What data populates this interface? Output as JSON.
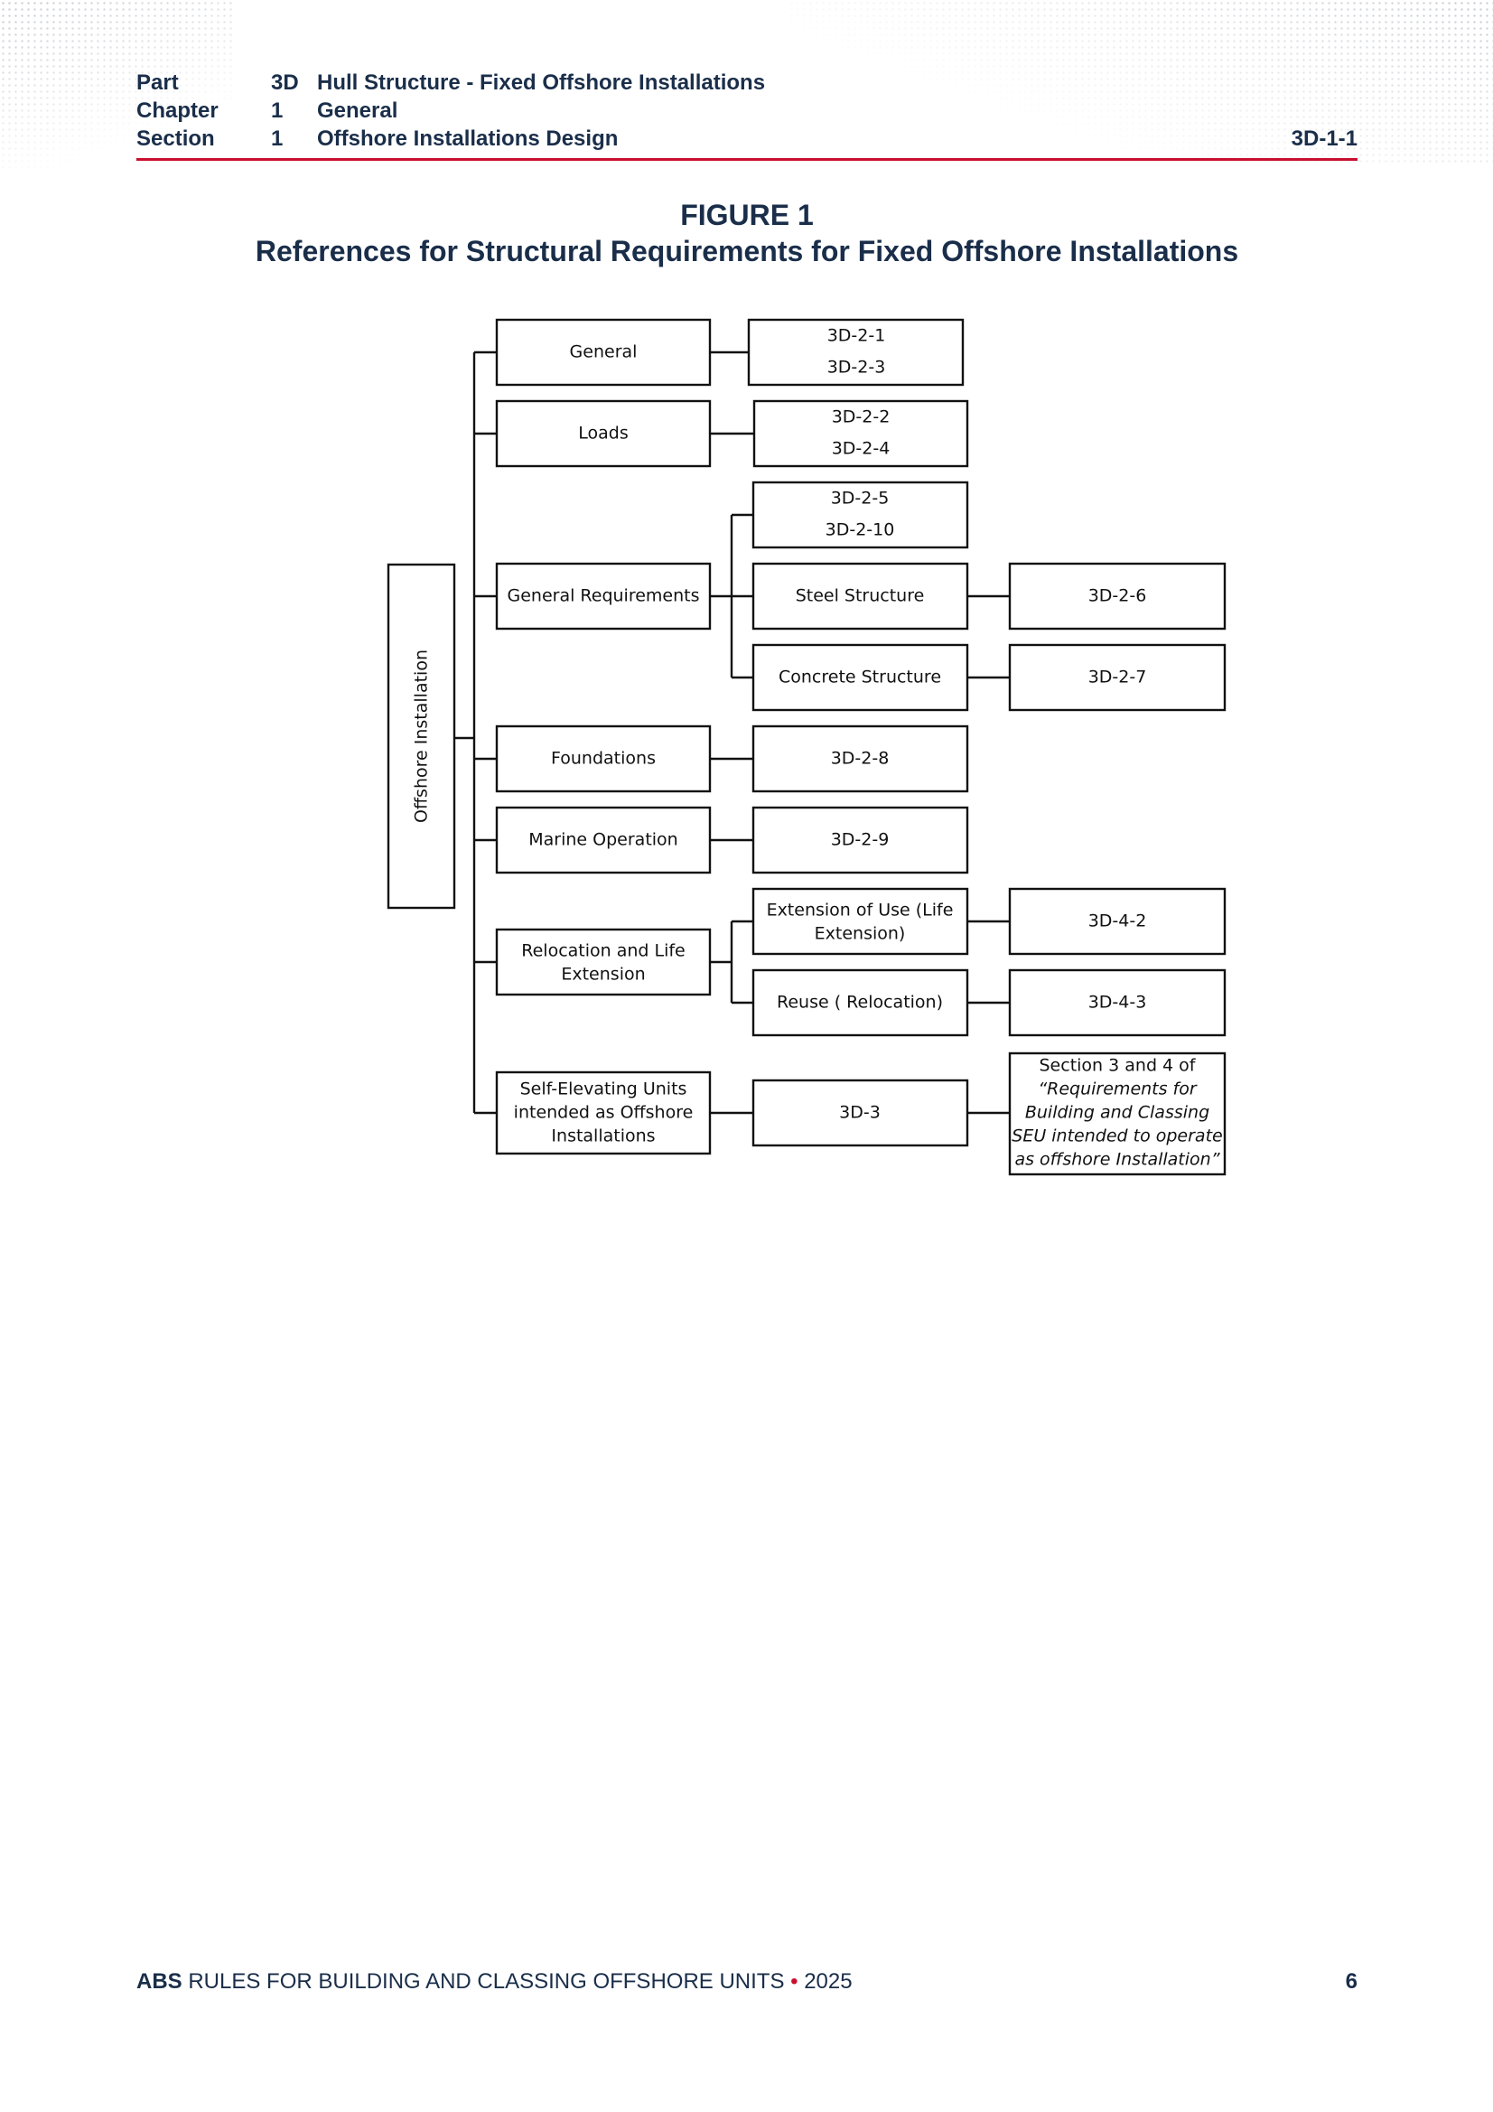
{
  "header": {
    "part_label": "Part",
    "part_num": "3D",
    "part_title": "Hull Structure - Fixed Offshore Installations",
    "chapter_label": "Chapter",
    "chapter_num": "1",
    "chapter_title": "General",
    "section_label": "Section",
    "section_num": "1",
    "section_title": "Offshore Installations Design",
    "ref": "3D-1-1"
  },
  "figure": {
    "number": "FIGURE 1",
    "title": "References for Structural Requirements for Fixed Offshore Installations"
  },
  "diagram": {
    "root": "Offshore Installation",
    "general": "General",
    "general_refs": [
      "3D-2-1",
      "3D-2-3"
    ],
    "loads": "Loads",
    "loads_refs": [
      "3D-2-2",
      "3D-2-4"
    ],
    "gen_req": "General Requirements",
    "gen_req_refs": [
      "3D-2-5",
      "3D-2-10"
    ],
    "steel": "Steel Structure",
    "steel_ref": "3D-2-6",
    "concrete": "Concrete Structure",
    "concrete_ref": "3D-2-7",
    "foundations": "Foundations",
    "foundations_ref": "3D-2-8",
    "marine": "Marine Operation",
    "marine_ref": "3D-2-9",
    "relocation": [
      "Relocation and Life",
      "Extension"
    ],
    "ext_use": [
      "Extension of Use (Life",
      "Extension)"
    ],
    "ext_use_ref": "3D-4-2",
    "reuse": "Reuse ( Relocation)",
    "reuse_ref": "3D-4-3",
    "seu": [
      "Self-Elevating Units",
      "intended as Offshore",
      "Installations"
    ],
    "seu_ref": "3D-3",
    "seu_doc": [
      "Section 3 and 4 of",
      "“Requirements for",
      "Building and Classing",
      "SEU intended to operate",
      "as offshore Installation”"
    ]
  },
  "footer": {
    "brand": "ABS",
    "title": " RULES FOR BUILDING AND CLASSING OFFSHORE UNITS ",
    "sep": "•",
    "year": " 2025",
    "page": "6"
  }
}
